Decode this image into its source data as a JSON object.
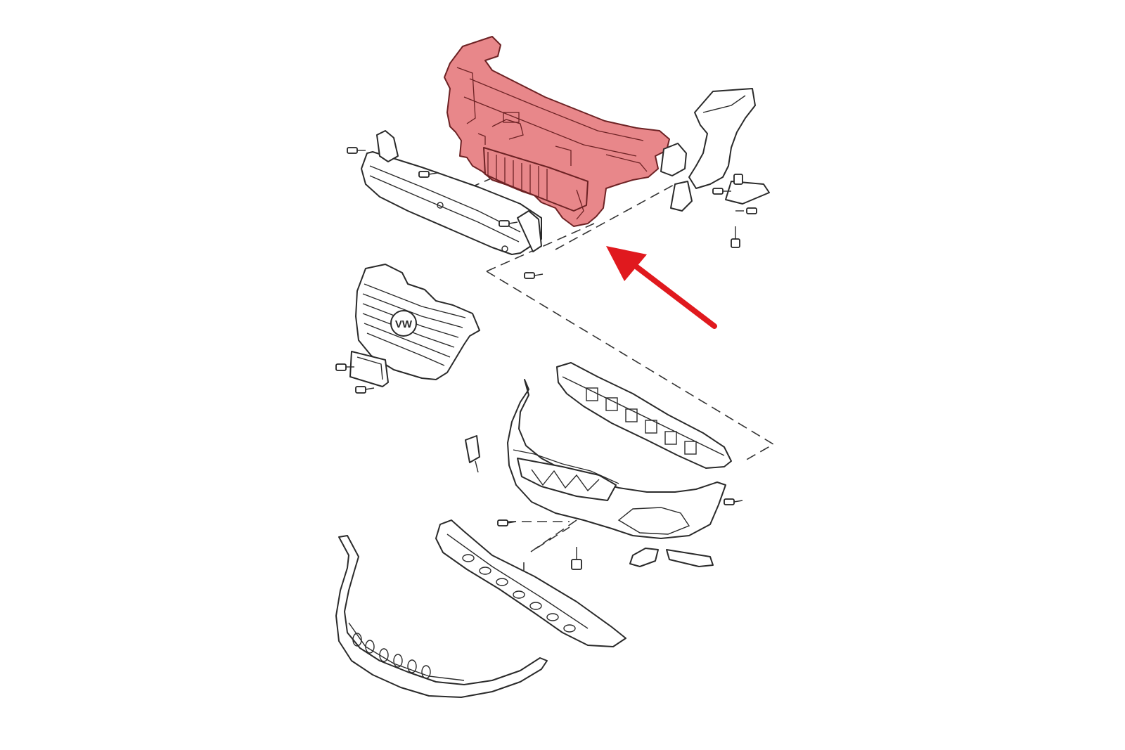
{
  "diagram": {
    "type": "exploded-parts-diagram",
    "subject": "front-end-assembly",
    "highlighted_part": "radiator-support-front-panel",
    "highlight_color": "#e8878a",
    "highlight_outline_color": "#6d2224",
    "pointer_arrow_color": "#e0191e",
    "line_color": "#2a2a2a",
    "background_color": "#ffffff",
    "emblem_text": "VW",
    "parts": [
      "radiator-support-front-panel",
      "bumper-reinforcement-bar",
      "fender-mounting-bracket",
      "radiator-grille",
      "license-plate-holder",
      "energy-absorber",
      "bumper-cover",
      "lower-grille",
      "spoiler-lip",
      "tow-hook-cover",
      "fog-lamp-trim"
    ]
  }
}
